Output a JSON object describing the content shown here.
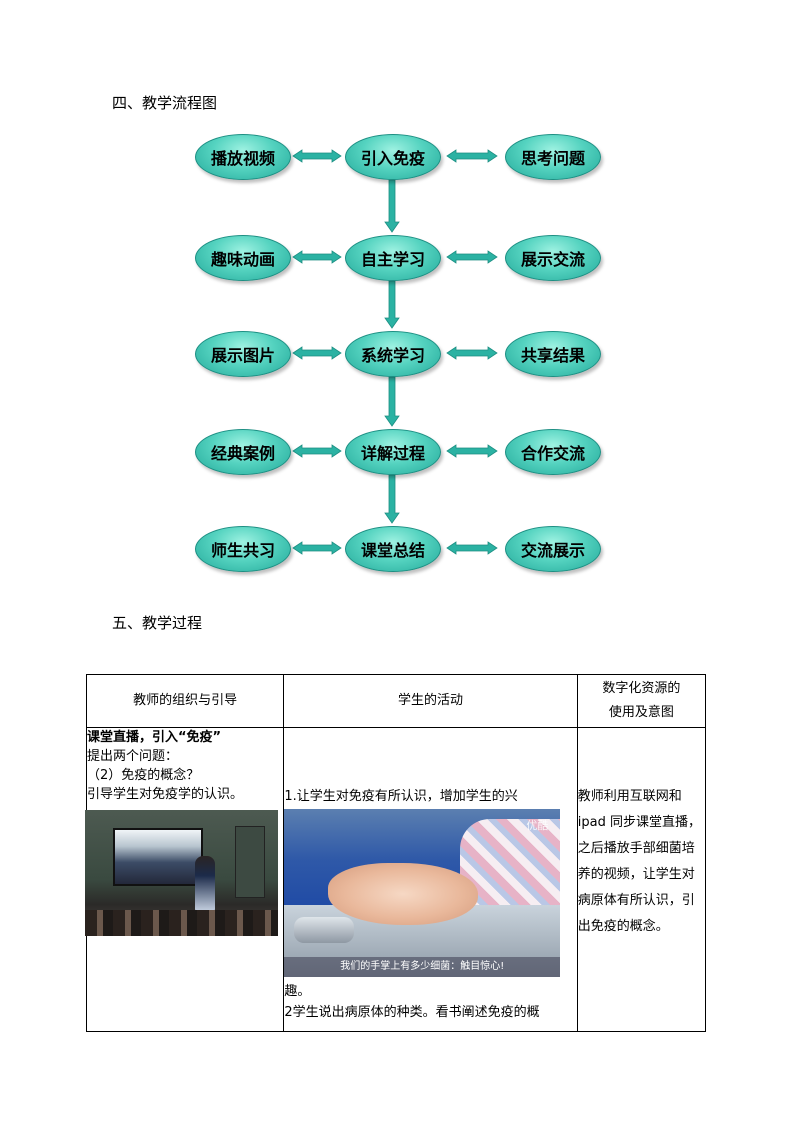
{
  "headings": {
    "flowchart": "四、教学流程图",
    "process": "五、教学过程"
  },
  "flow": {
    "rows": [
      {
        "left": "播放视频",
        "center": "引入免疫",
        "right": "思考问题"
      },
      {
        "left": "趣味动画",
        "center": "自主学习",
        "right": "展示交流"
      },
      {
        "left": "展示图片",
        "center": "系统学习",
        "right": "共享结果"
      },
      {
        "left": "经典案例",
        "center": "详解过程",
        "right": "合作交流"
      },
      {
        "left": "师生共习",
        "center": "课堂总结",
        "right": "交流展示"
      }
    ],
    "colors": {
      "node": "#55d3c0",
      "arrow": "#1d8f83"
    }
  },
  "table": {
    "headers": [
      "教师的组织与引导",
      "学生的活动",
      "数字化资源的使用及意图"
    ],
    "header3_lines": [
      "数字化资源的",
      "使用及意图"
    ],
    "col1": {
      "title": "课堂直播，引入“免疫”",
      "lines": [
        "提出两个问题：",
        "（2）免疫的概念？",
        "引导学生对免疫学的认识。"
      ]
    },
    "col2": {
      "line1": "1.让学生对免疫有所认识，增加学生的兴",
      "line1_tail": "趣。",
      "line2": "2学生说出病原体的种类。看书阐述免疫的概",
      "video_caption": "我们的手掌上有多少细菌：触目惊心!",
      "video_logo": "优酷"
    },
    "col3": {
      "text": "教师利用互联网和ipad 同步课堂直播，之后播放手部细菌培养的视频，让学生对病原体有所认识，引出免疫的概念。"
    }
  }
}
